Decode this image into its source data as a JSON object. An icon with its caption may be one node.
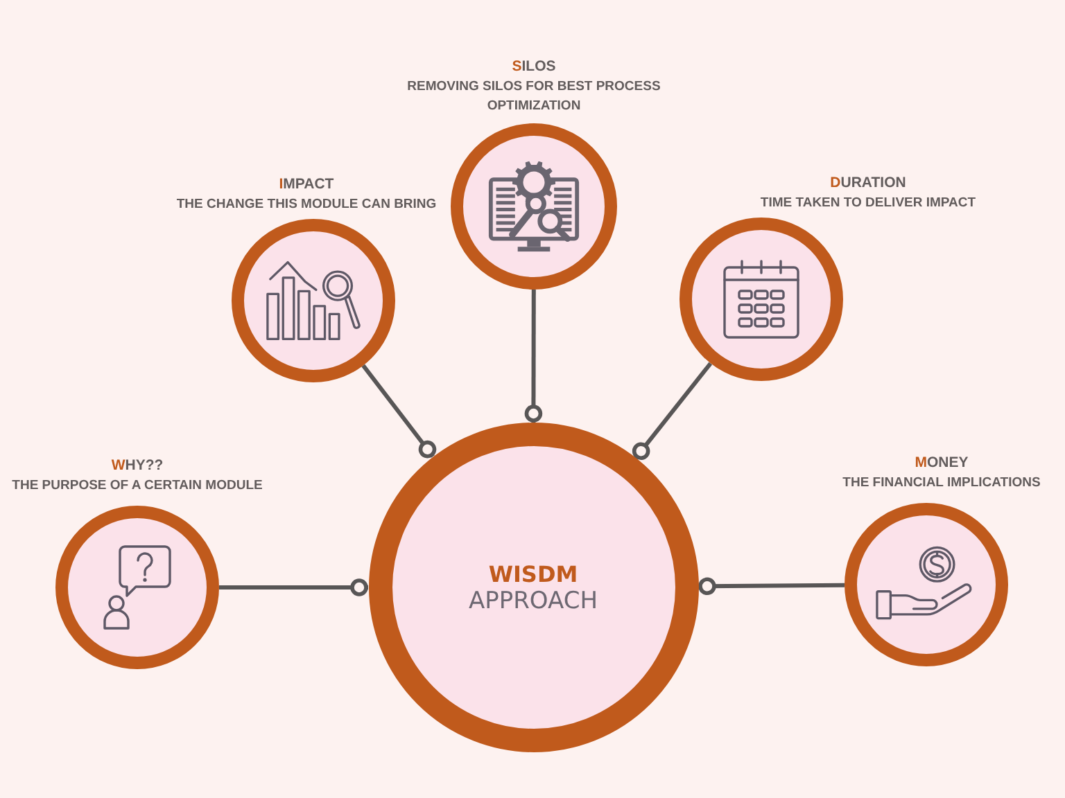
{
  "diagram": {
    "nodes": [
      {
        "text": [
          "WISDM",
          "APPROACH"
        ]
      },
      {
        "text": [
          "WHY??",
          "THE PURPOSE OF A CERTAIN MODULE"
        ]
      },
      {
        "text": [
          "IMPACT",
          "THE CHANGE THIS MODULE CAN BRING"
        ]
      },
      {
        "text": [
          "SILOS",
          "REMOVING SILOS FOR BEST PROCESS OPTIMIZATION"
        ]
      },
      {
        "text": [
          "DURATION",
          "TIME TAKEN TO DELIVER IMPACT"
        ]
      },
      {
        "text": [
          "MONEY",
          "THE FINANCIAL IMPLICATIONS"
        ]
      }
    ],
    "edges": [
      {
        "from": 1,
        "to": 0,
        "arrow": "other"
      },
      {
        "from": 2,
        "to": 0,
        "arrow": "other"
      },
      {
        "from": 3,
        "to": 0,
        "arrow": "other"
      },
      {
        "from": 4,
        "to": 0,
        "arrow": "other"
      },
      {
        "from": 5,
        "to": 0,
        "arrow": "other"
      }
    ]
  }
}
